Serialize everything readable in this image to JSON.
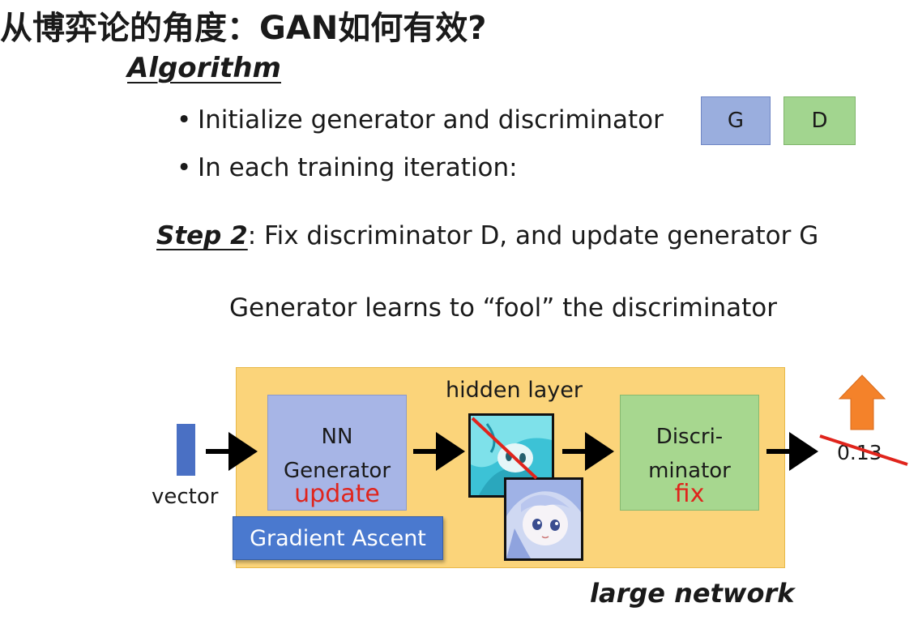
{
  "title": "从博弈论的角度：GAN如何有效?",
  "algorithm_heading": "Algorithm",
  "bullets": [
    "Initialize generator and discriminator",
    "In each training iteration:"
  ],
  "bullet_symbol": "•",
  "mini_boxes": {
    "g": "G",
    "d": "D"
  },
  "step": {
    "label": "Step 2",
    "text": ": Fix discriminator D, and update generator G"
  },
  "subtitle": "Generator learns to “fool” the discriminator",
  "diagram": {
    "vector_label": "vector",
    "generator": {
      "line1": "NN",
      "line2": "Generator",
      "status": "update"
    },
    "gradient_button": "Gradient Ascent",
    "hidden_layer_label": "hidden layer",
    "discriminator": {
      "line1": "Discri-",
      "line2": "minator",
      "status": "fix"
    },
    "output_score": "0.13",
    "network_label": "large network"
  },
  "colors": {
    "generator": "#a7b5e6",
    "discriminator": "#a7d78f",
    "network_bg": "#fbd47a",
    "highlight_red": "#e0241c",
    "up_arrow": "#f4822a",
    "gradient_button": "#4a79cf"
  },
  "icons": {
    "output_change": "up-arrow-icon",
    "strike": "strike-line"
  }
}
